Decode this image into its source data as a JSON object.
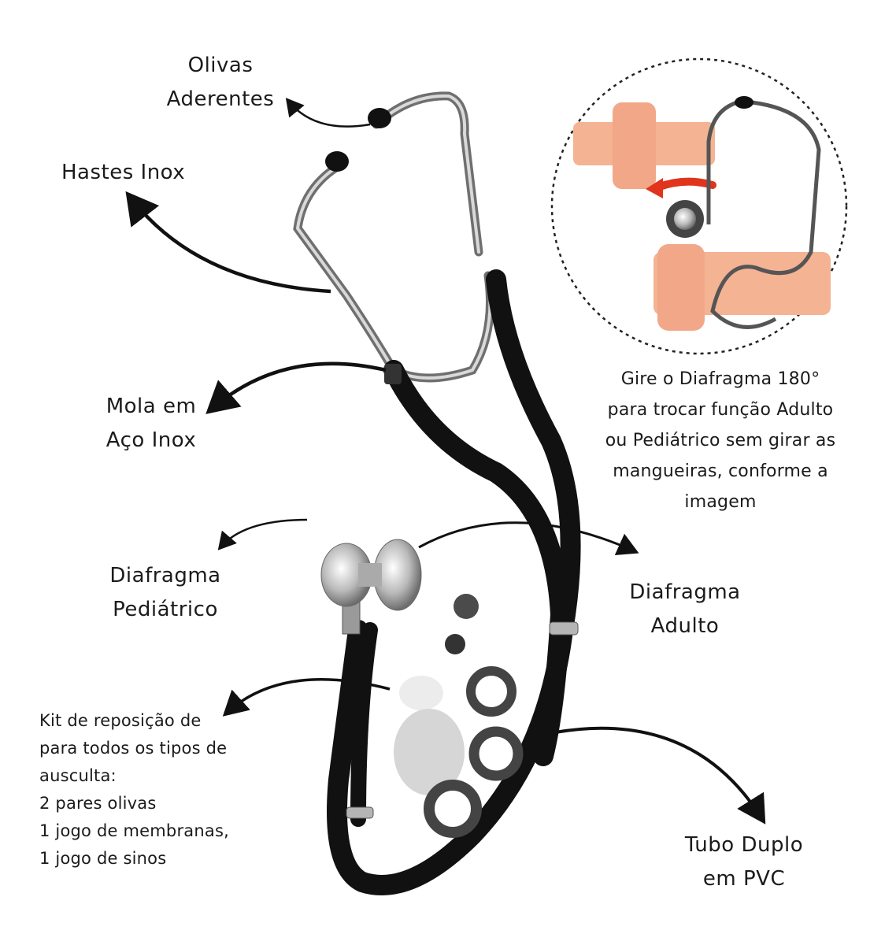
{
  "labels": {
    "olivas": [
      "Olivas",
      "Aderentes"
    ],
    "hastes": "Hastes Inox",
    "mola": [
      "Mola em",
      "Aço Inox"
    ],
    "diafragma_pediatrico": [
      "Diafragma",
      "Pediátrico"
    ],
    "diafragma_adulto": [
      "Diafragma",
      "Adulto"
    ],
    "kit": [
      "Kit de reposição de",
      "para todos os tipos de",
      "ausculta:",
      "2 pares olivas",
      "1 jogo de membranas,",
      "1 jogo de sinos"
    ],
    "tubo": [
      "Tubo Duplo",
      "em PVC"
    ]
  },
  "instruction": [
    "Gire o Diafragma  180°",
    "para trocar função Adulto",
    "ou Pediátrico sem girar as",
    "mangueiras, conforme a",
    "imagem"
  ],
  "colors": {
    "tube": "#111111",
    "steel": "#8a8a8a",
    "skin": "#f4b393",
    "arrow_red": "#e0341c",
    "text": "#1b1b1b"
  }
}
